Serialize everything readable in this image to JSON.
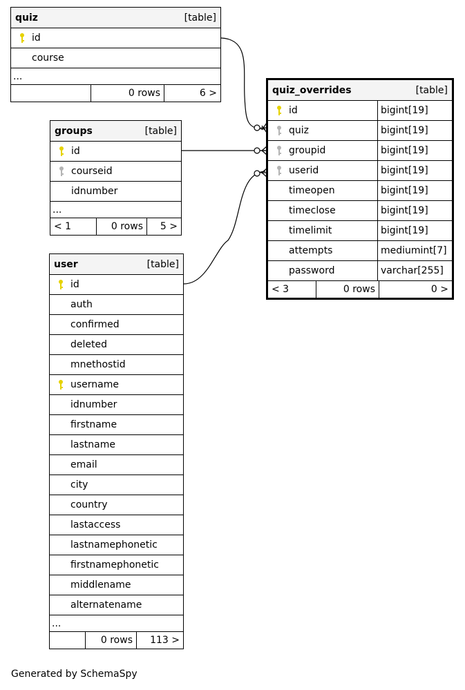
{
  "tables": {
    "quiz": {
      "name": "quiz",
      "kind": "[table]",
      "columns": [
        {
          "name": "id",
          "key": "primary"
        },
        {
          "name": "course",
          "key": "none"
        }
      ],
      "more": "...",
      "footer": {
        "parents": "",
        "rows": "0 rows",
        "children": "6 >"
      }
    },
    "groups": {
      "name": "groups",
      "kind": "[table]",
      "columns": [
        {
          "name": "id",
          "key": "primary"
        },
        {
          "name": "courseid",
          "key": "foreign"
        },
        {
          "name": "idnumber",
          "key": "none"
        }
      ],
      "more": "...",
      "footer": {
        "parents": "< 1",
        "rows": "0 rows",
        "children": "5 >"
      }
    },
    "user": {
      "name": "user",
      "kind": "[table]",
      "columns": [
        {
          "name": "id",
          "key": "primary"
        },
        {
          "name": "auth",
          "key": "none"
        },
        {
          "name": "confirmed",
          "key": "none"
        },
        {
          "name": "deleted",
          "key": "none"
        },
        {
          "name": "mnethostid",
          "key": "none"
        },
        {
          "name": "username",
          "key": "primary"
        },
        {
          "name": "idnumber",
          "key": "none"
        },
        {
          "name": "firstname",
          "key": "none"
        },
        {
          "name": "lastname",
          "key": "none"
        },
        {
          "name": "email",
          "key": "none"
        },
        {
          "name": "city",
          "key": "none"
        },
        {
          "name": "country",
          "key": "none"
        },
        {
          "name": "lastaccess",
          "key": "none"
        },
        {
          "name": "lastnamephonetic",
          "key": "none"
        },
        {
          "name": "firstnamephonetic",
          "key": "none"
        },
        {
          "name": "middlename",
          "key": "none"
        },
        {
          "name": "alternatename",
          "key": "none"
        }
      ],
      "more": "...",
      "footer": {
        "parents": "",
        "rows": "0 rows",
        "children": "113 >"
      }
    },
    "quiz_overrides": {
      "name": "quiz_overrides",
      "kind": "[table]",
      "columns": [
        {
          "name": "id",
          "type": "bigint[19]",
          "key": "primary"
        },
        {
          "name": "quiz",
          "type": "bigint[19]",
          "key": "foreign"
        },
        {
          "name": "groupid",
          "type": "bigint[19]",
          "key": "foreign"
        },
        {
          "name": "userid",
          "type": "bigint[19]",
          "key": "foreign"
        },
        {
          "name": "timeopen",
          "type": "bigint[19]",
          "key": "none"
        },
        {
          "name": "timeclose",
          "type": "bigint[19]",
          "key": "none"
        },
        {
          "name": "timelimit",
          "type": "bigint[19]",
          "key": "none"
        },
        {
          "name": "attempts",
          "type": "mediumint[7]",
          "key": "none"
        },
        {
          "name": "password",
          "type": "varchar[255]",
          "key": "none"
        }
      ],
      "footer": {
        "parents": "< 3",
        "rows": "0 rows",
        "children": "0 >"
      }
    }
  },
  "relationships": [
    {
      "from": "quiz.id",
      "to": "quiz_overrides.quiz"
    },
    {
      "from": "groups.id",
      "to": "quiz_overrides.groupid"
    },
    {
      "from": "user.id",
      "to": "quiz_overrides.userid"
    }
  ],
  "colors": {
    "primary_key": "#e6d200",
    "foreign_key": "#b4b4b4",
    "header_bg": "#f4f4f4"
  },
  "generated_by": "Generated by SchemaSpy"
}
